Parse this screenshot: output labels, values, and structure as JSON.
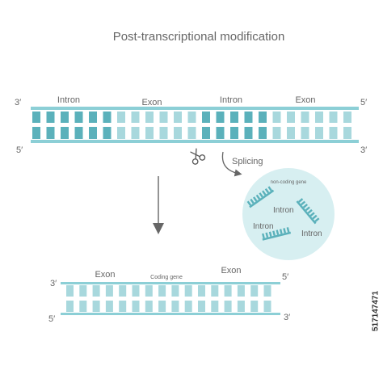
{
  "title": "Post-transcriptional modification",
  "pre_mrna": {
    "top_left_end": "3′",
    "top_right_end": "5′",
    "bottom_left_end": "5′",
    "bottom_right_end": "3′",
    "segments": [
      "Intron",
      "Exon",
      "Intron",
      "Exon"
    ]
  },
  "splicing": {
    "label": "Splicing",
    "scissors_icon": "scissors"
  },
  "removed_introns": {
    "caption": "non-coding gene",
    "labels": [
      "Intron",
      "Intron",
      "Intron"
    ]
  },
  "mature_mrna": {
    "caption": "Coding gene",
    "top_left_end": "3′",
    "top_right_end": "5′",
    "bottom_left_end": "5′",
    "bottom_right_end": "3′",
    "segments": [
      "Exon",
      "Exon"
    ]
  },
  "stock_id": "517147471",
  "colors": {
    "exon": "#a8d8dd",
    "intron": "#5bb1bb",
    "backbone": "#8ccfd6",
    "circle": "#d7eff1",
    "arrow": "#666666",
    "text": "#666666"
  }
}
